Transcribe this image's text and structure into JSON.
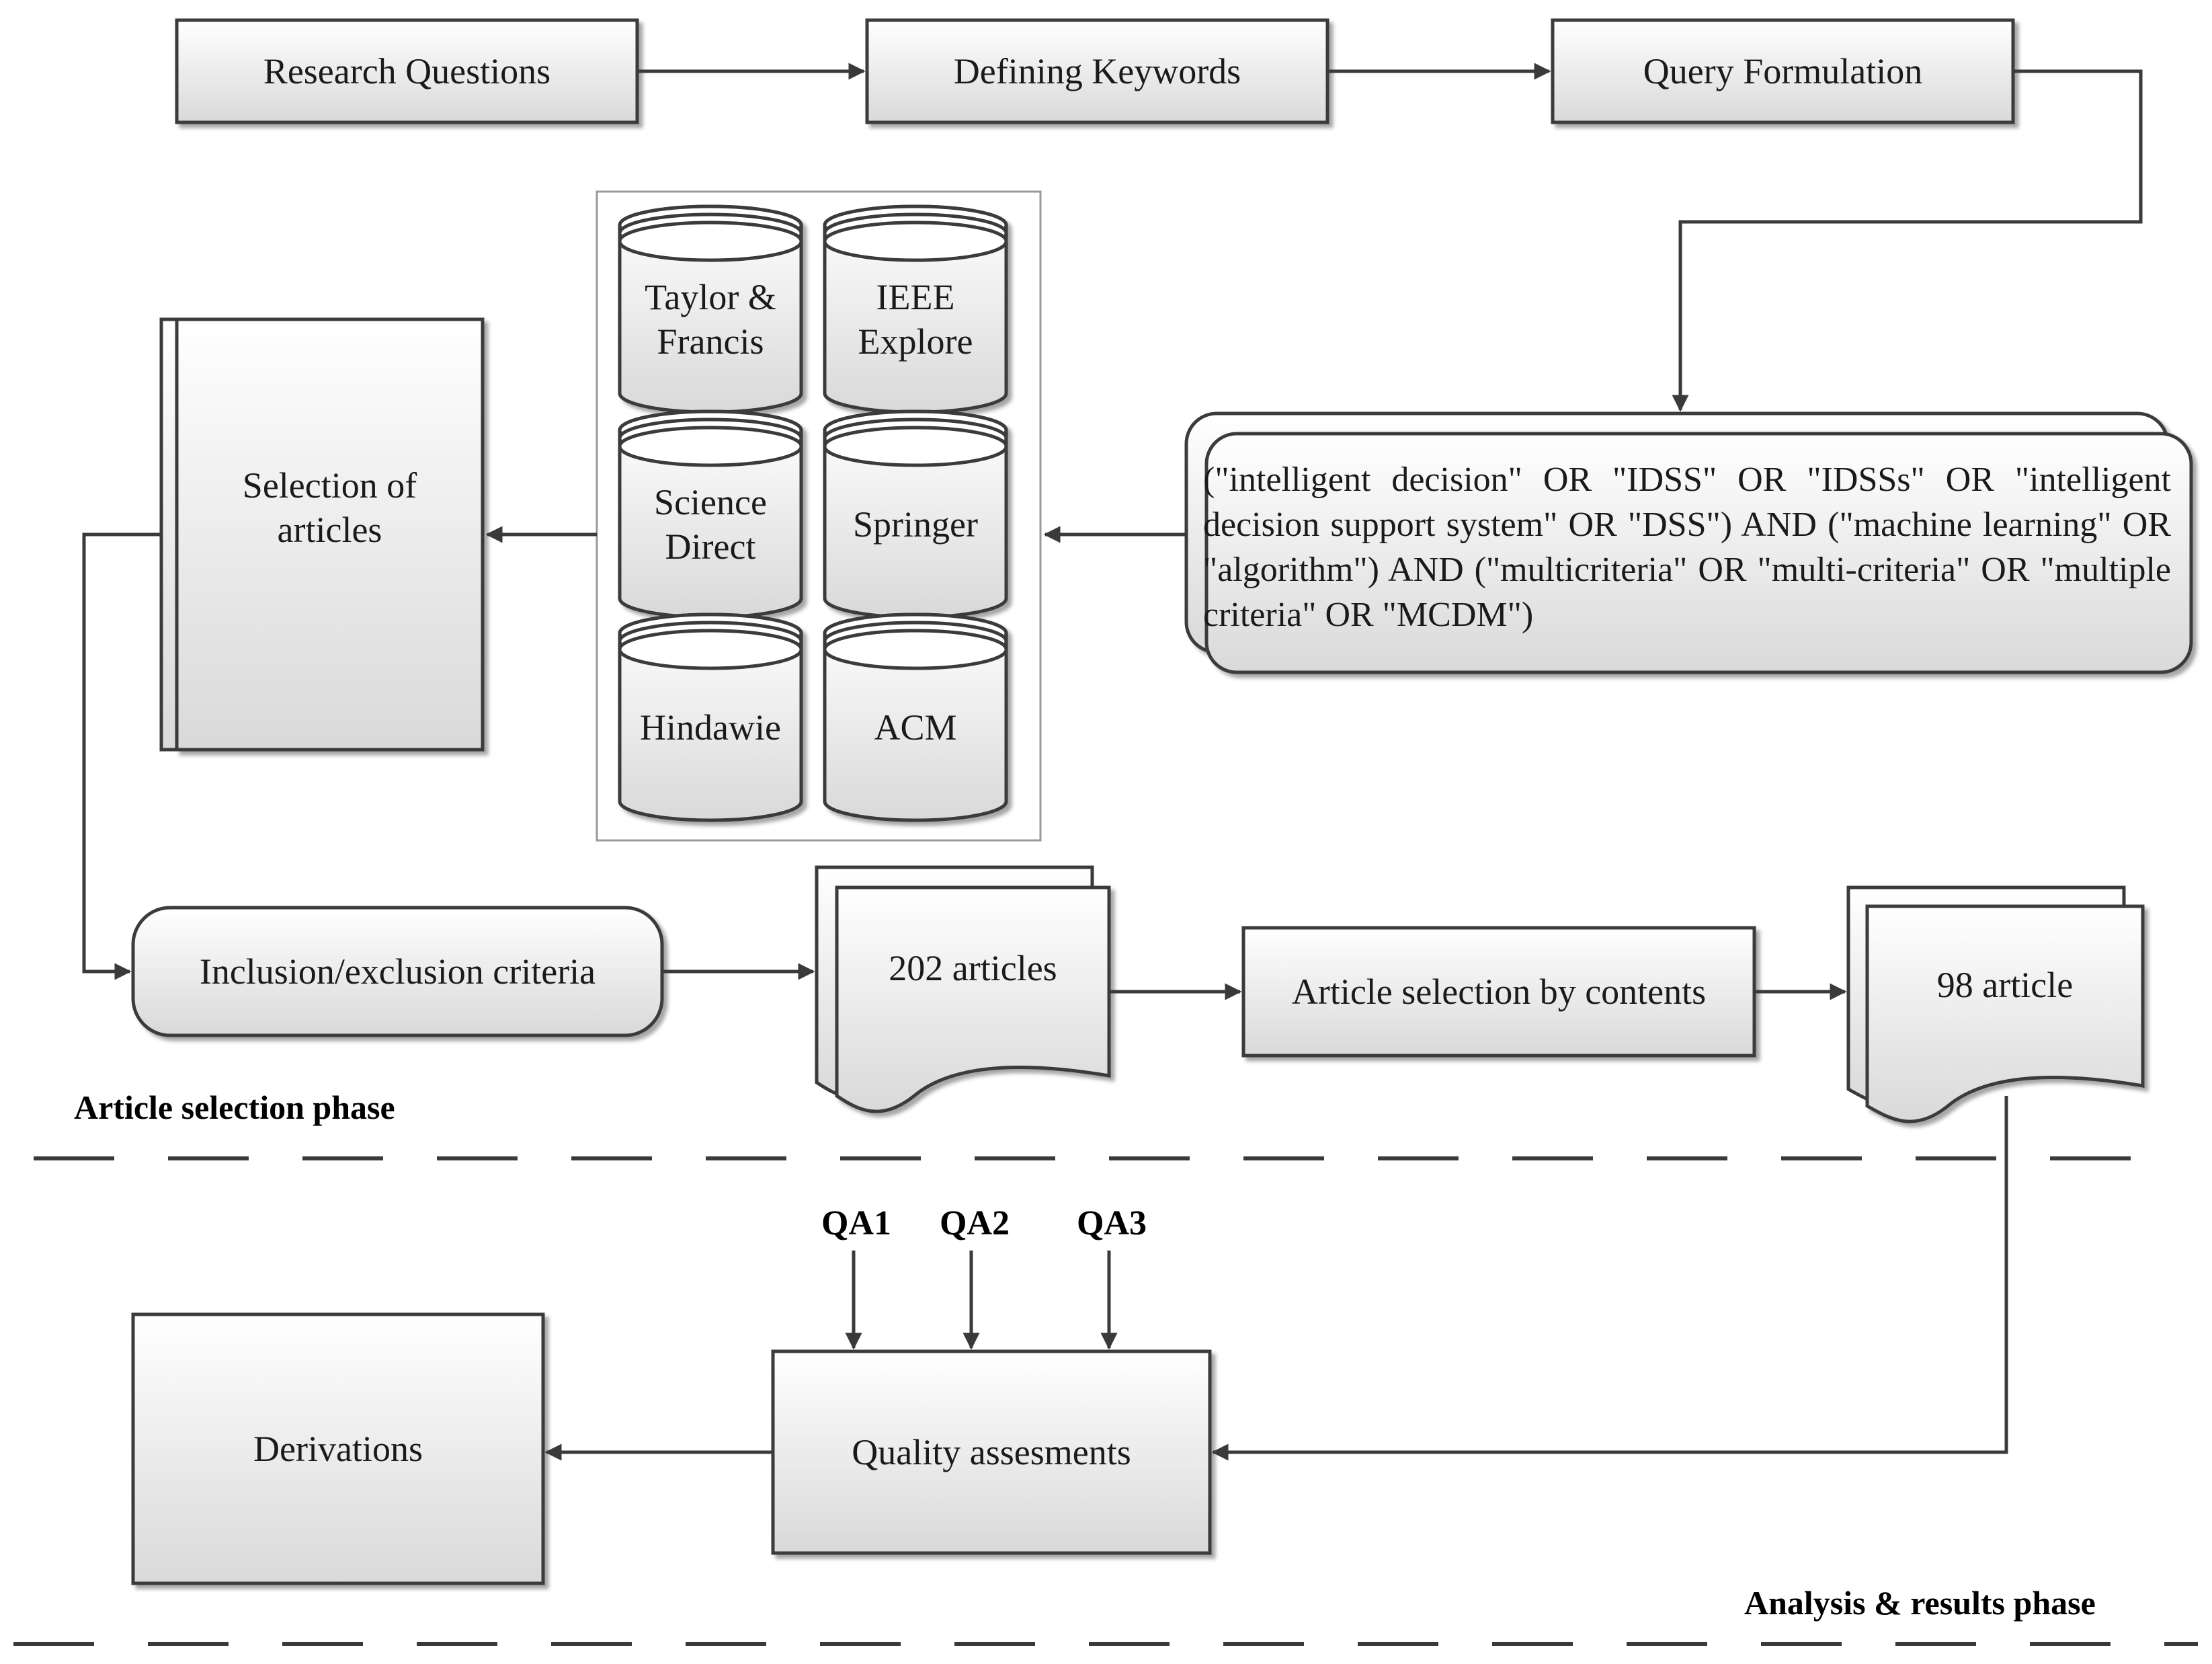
{
  "steps": {
    "research_questions": "Research Questions",
    "defining_keywords": "Defining Keywords",
    "query_formulation": "Query Formulation",
    "selection_line1": "Selection of",
    "selection_line2": "articles",
    "inclusion_exclusion": "Inclusion/exclusion criteria",
    "articles_202": "202 articles",
    "article_selection_contents": "Article selection by contents",
    "articles_98": "98 article",
    "quality_assessments": "Quality assesments",
    "derivations": "Derivations"
  },
  "query_text": "(\"intelligent decision\" OR \"IDSS\" OR \"IDSSs\" OR \"intelligent decision support system\" OR \"DSS\") AND (\"machine learning\" OR \"algorithm\") AND (\"multicriteria\" OR \"multi-criteria\" OR \"multiple criteria\" OR \"MCDM\")",
  "databases": [
    {
      "line1": "Taylor &",
      "line2": "Francis"
    },
    {
      "line1": "IEEE",
      "line2": "Explore"
    },
    {
      "line1": "Science",
      "line2": "Direct"
    },
    {
      "line1": "Springer",
      "line2": ""
    },
    {
      "line1": "Hindawie",
      "line2": ""
    },
    {
      "line1": "ACM",
      "line2": ""
    }
  ],
  "quality_questions": [
    "QA1",
    "QA2",
    "QA3"
  ],
  "phases": {
    "article_selection": "Article selection phase",
    "analysis_results": "Analysis & results phase"
  },
  "colors": {
    "stroke": "#3a3a3a",
    "fill_light": "#ffffff",
    "fill_dark": "#dcdcdc"
  }
}
